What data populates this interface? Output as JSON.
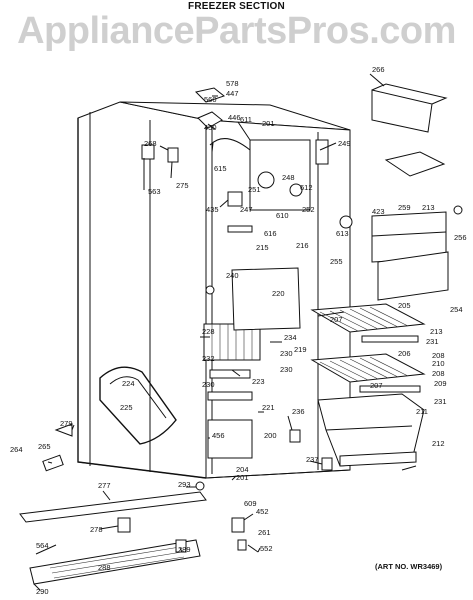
{
  "header": {
    "title": "FREEZER SECTION",
    "watermark": "AppliancePartsPros.com"
  },
  "footer": {
    "art_number": "(ART NO. WR3469)"
  },
  "callouts": [
    "578",
    "447",
    "560",
    "446",
    "266",
    "201",
    "611",
    "450",
    "249",
    "268",
    "615",
    "275",
    "251",
    "248",
    "612",
    "563",
    "247",
    "435",
    "610",
    "252",
    "616",
    "613",
    "423",
    "259",
    "213",
    "256",
    "215",
    "216",
    "255",
    "240",
    "220",
    "254",
    "205",
    "207",
    "213",
    "228",
    "234",
    "231",
    "219",
    "230",
    "206",
    "208",
    "232",
    "210",
    "230",
    "208",
    "209",
    "223",
    "224",
    "230",
    "207",
    "225",
    "221",
    "211",
    "236",
    "231",
    "456",
    "200",
    "212",
    "279",
    "204",
    "237",
    "264",
    "265",
    "201",
    "293",
    "609",
    "277",
    "452",
    "278",
    "261",
    "564",
    "552",
    "289",
    "288",
    "290"
  ]
}
